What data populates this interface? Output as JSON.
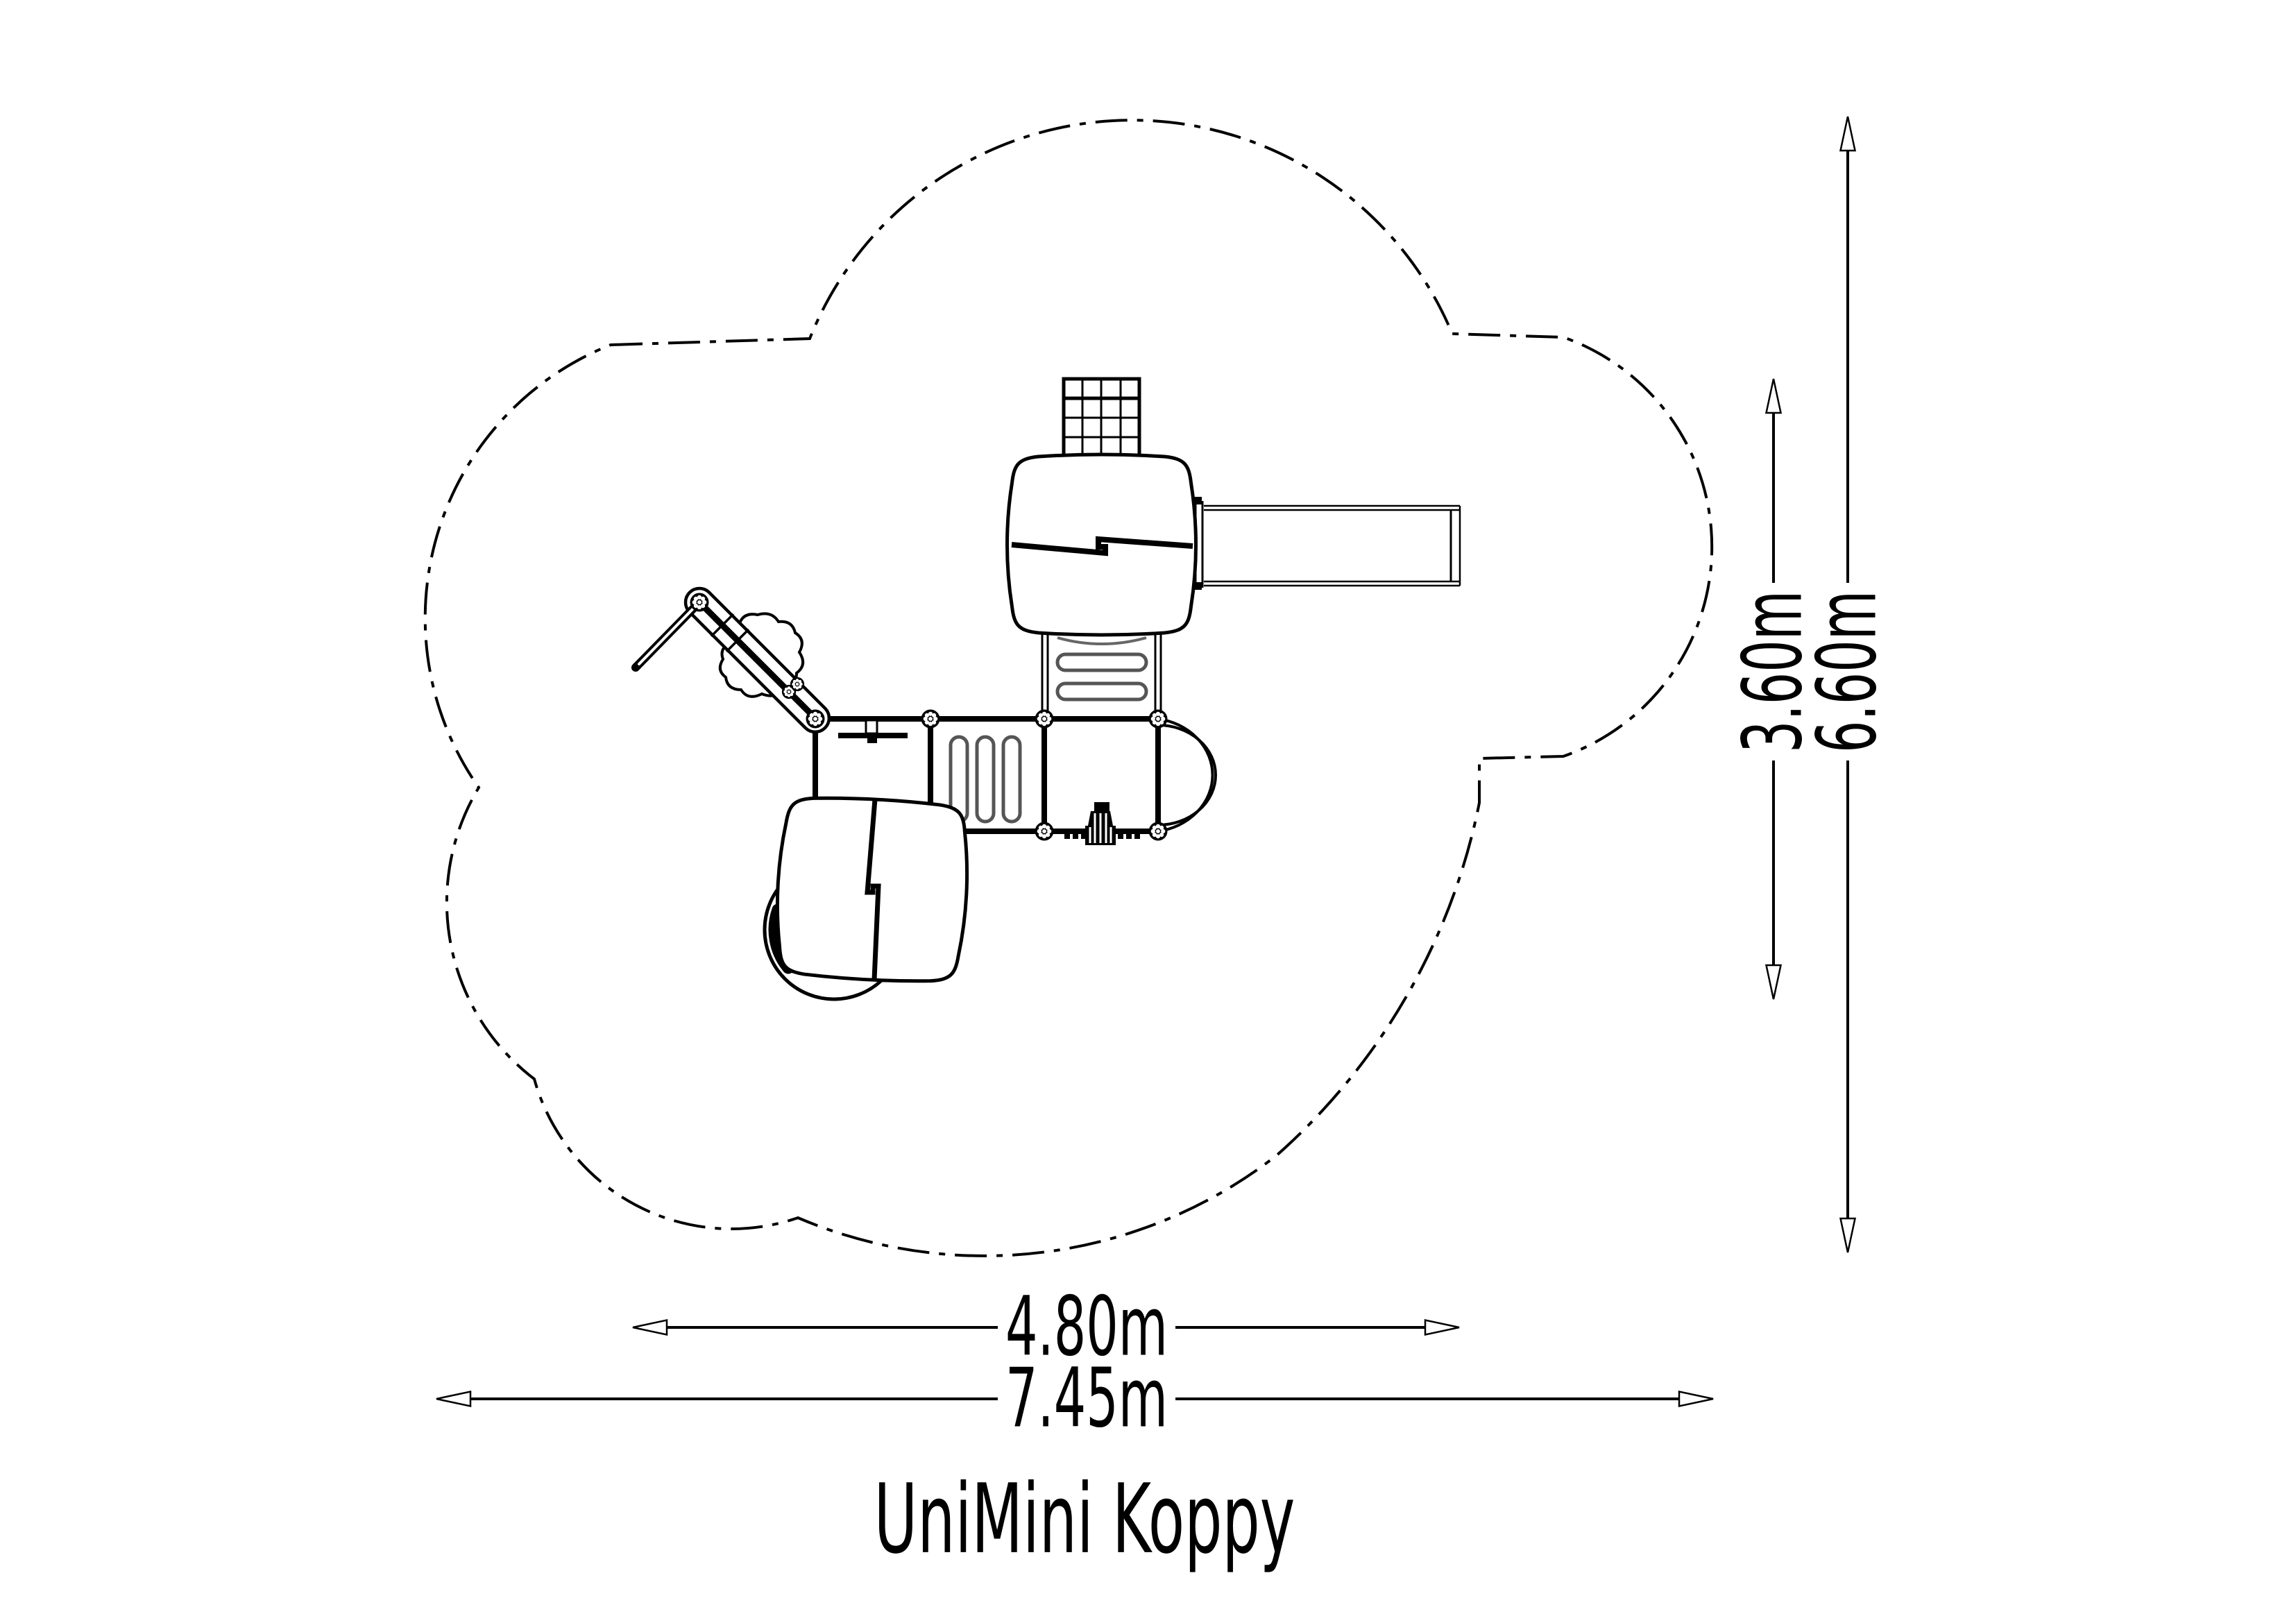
{
  "title": {
    "label": "UniMini Koppy"
  },
  "dimensions": {
    "equipment_width": "4.80m",
    "footprint_width": "7.45m",
    "equipment_depth": "3.60m",
    "footprint_depth": "6.60m"
  },
  "colors": {
    "line": "#000000",
    "detail_gray": "#555555",
    "background": "#ffffff"
  }
}
